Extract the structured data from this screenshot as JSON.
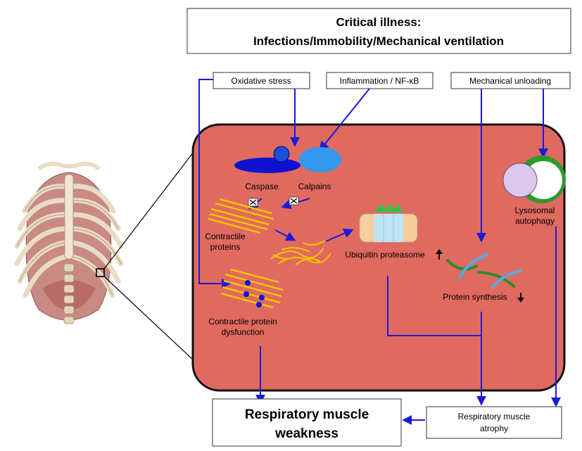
{
  "header": {
    "line1": "Critical illness:",
    "line2": "Infections/Immobility/Mechanical ventilation"
  },
  "inputs": {
    "oxidative": "Oxidative stress",
    "inflammation": "Inflammation / NF-κB",
    "unloading": "Mechanical unloading"
  },
  "cell": {
    "caspase": "Caspase",
    "calpains": "Calpains",
    "contractile_line1": "Contractile",
    "contractile_line2": "proteins",
    "ubiquitin": "Ubiquitin proteasome",
    "lysosomal_line1": "Lysosomal",
    "lysosomal_line2": "autophagy",
    "synthesis": "Protein synthesis",
    "dysfunction_line1": "Contractile protein",
    "dysfunction_line2": "dysfunction"
  },
  "outputs": {
    "weakness_line1": "Respiratory muscle",
    "weakness_line2": "weakness",
    "atrophy_line1": "Respiratory muscle",
    "atrophy_line2": "atrophy"
  },
  "colors": {
    "arrow": "#1a1adb",
    "cell_fill": "#e06a60",
    "cell_stroke": "#111111",
    "enzyme_dark": "#1010d0",
    "enzyme_light": "#3399ee",
    "fiber": "#f5c400",
    "proteasome_teeth": "#22cc44",
    "lysosome_green": "#2a9a2a",
    "lysosome_purple": "#dcc8ec",
    "strand_green": "#2e8b2e",
    "strand_blue": "#55aadd"
  }
}
